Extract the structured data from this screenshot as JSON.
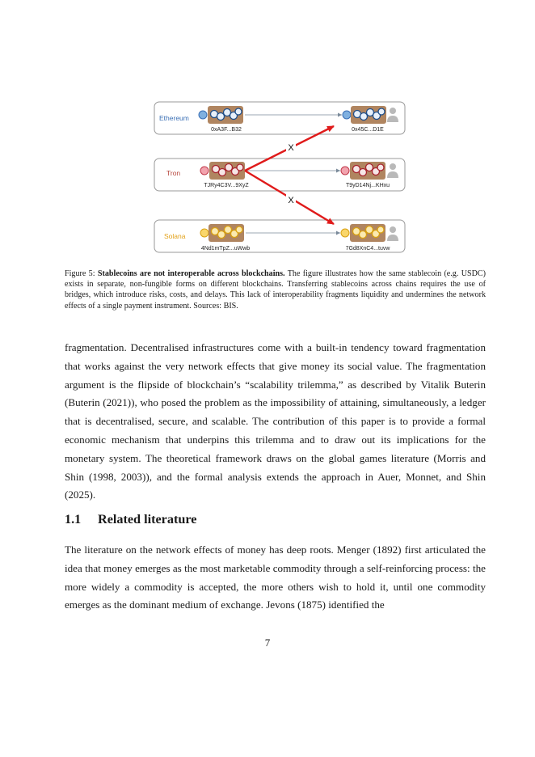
{
  "figure": {
    "chains": [
      {
        "name": "Ethereum",
        "color": "#3a6fb5",
        "left_address": "0xA3F...B32",
        "right_address": "0x45C...D1E"
      },
      {
        "name": "Tron",
        "color": "#b5443a",
        "left_address": "TJRy4C3V...9XyZ",
        "right_address": "T9yD14Nj...KHxu"
      },
      {
        "name": "Solana",
        "color": "#e3a21a",
        "left_address": "4Nd1mTpZ...uWwb",
        "right_address": "7Gd8XnC4...tuvw"
      }
    ],
    "blocked_mark": "X"
  },
  "caption": {
    "label": "Figure 5:",
    "title": "Stablecoins are not interoperable across blockchains.",
    "text": "The figure illustrates how the same stablecoin (e.g. USDC) exists in separate, non-fungible forms on different blockchains. Transferring stablecoins across chains requires the use of bridges, which introduce risks, costs, and delays. This lack of interoperability fragments liquidity and undermines the network effects of a single payment instrument. Sources: BIS."
  },
  "body": {
    "paragraph1": "fragmentation. Decentralised infrastructures come with a built-in tendency toward fragmentation that works against the very network effects that give money its social value. The fragmentation argument is the flipside of blockchain’s “scalability trilemma,” as described by Vitalik Buterin (Buterin (2021)), who posed the problem as the impossibility of attaining, simultaneously, a ledger that is decentralised, secure, and scalable. The contribution of this paper is to provide a formal economic mechanism that underpins this trilemma and to draw out its implications for the monetary system. The theoretical framework draws on the global games literature (Morris and Shin (1998, 2003)), and the formal analysis extends the approach in Auer, Monnet, and Shin (2025).",
    "section_number": "1.1",
    "section_title": "Related literature",
    "paragraph2": "The literature on the network effects of money has deep roots. Menger (1892) first articulated the idea that money emerges as the most marketable commodity through a self-reinforcing process: the more widely a commodity is accepted, the more others wish to hold it, until one commodity emerges as the dominant medium of exchange. Jevons (1875) identified the"
  },
  "page_number": "7"
}
